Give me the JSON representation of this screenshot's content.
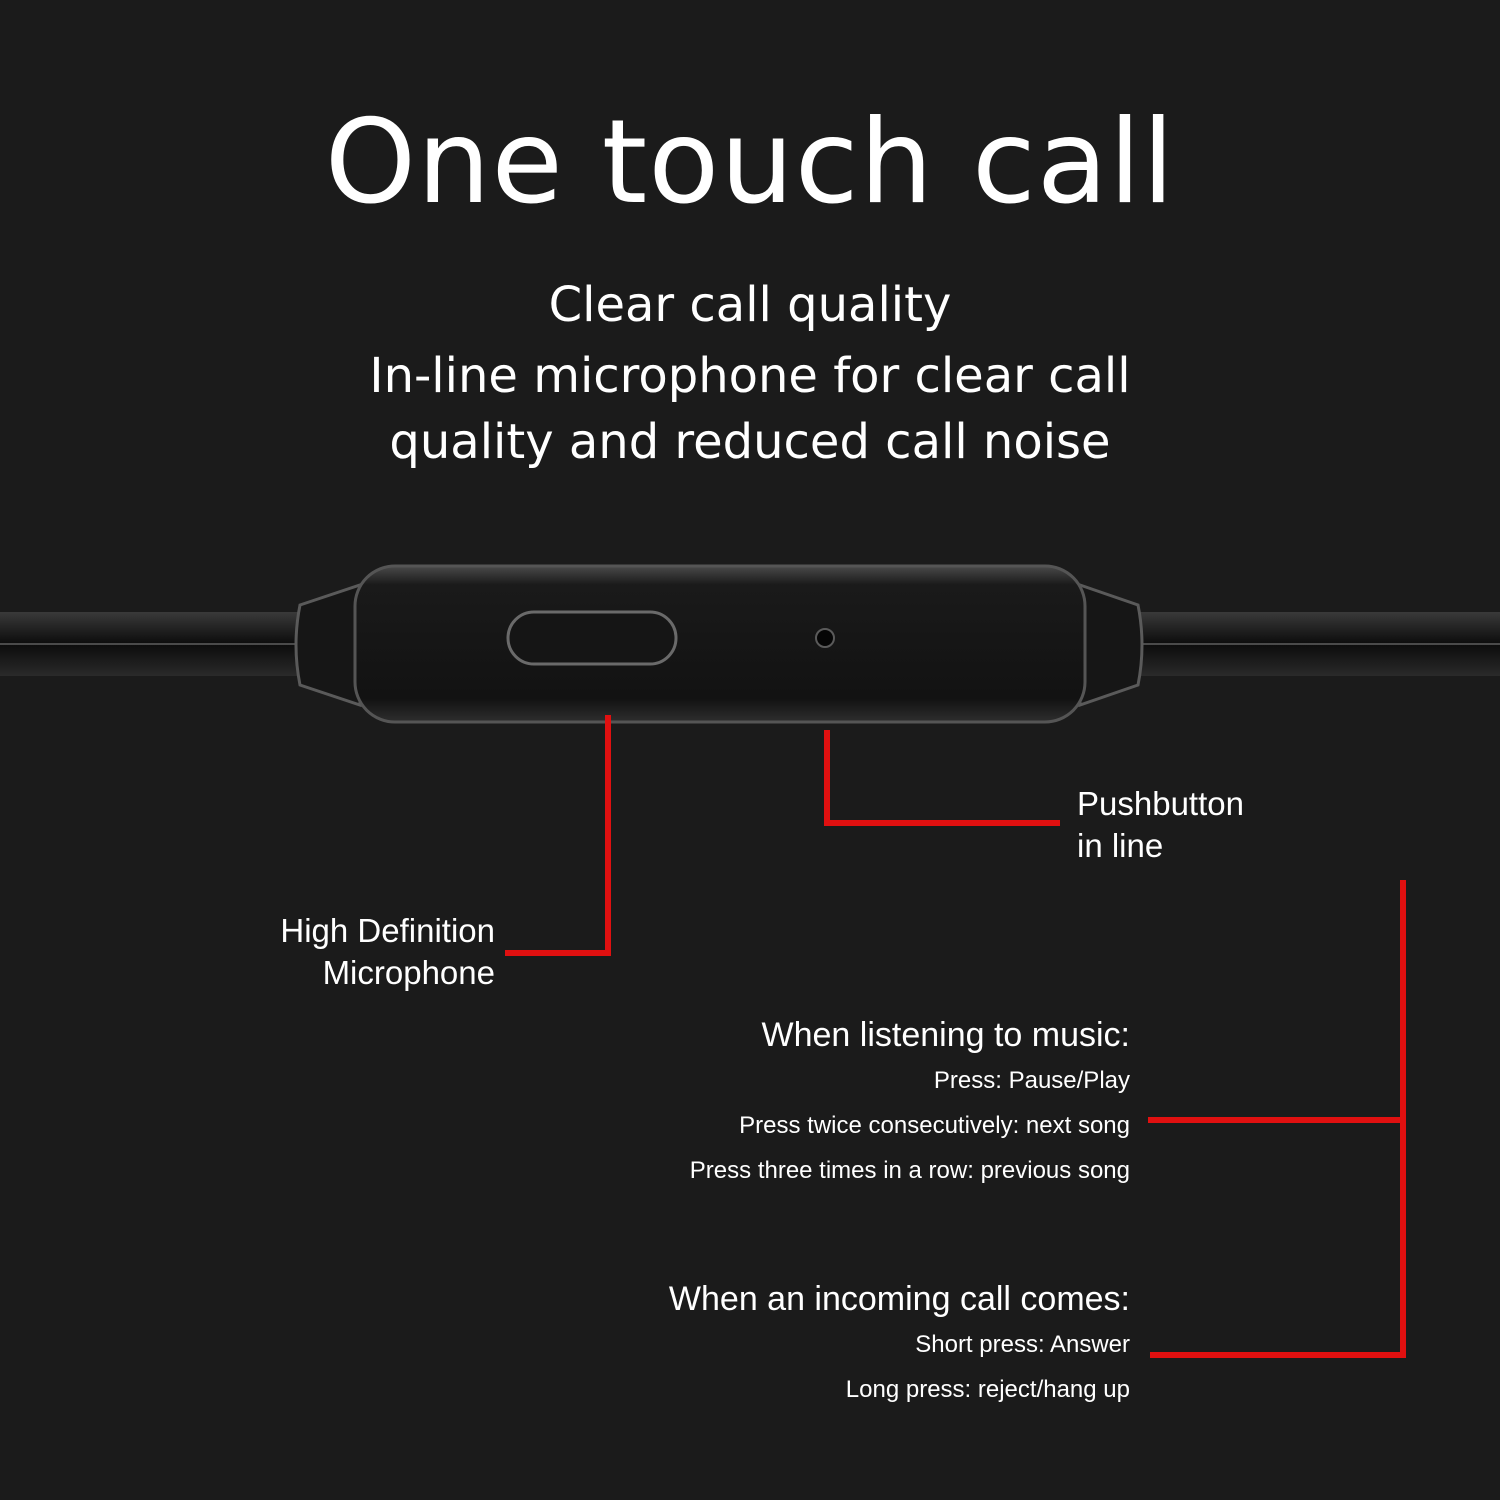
{
  "title": "One touch call",
  "subtitle": {
    "line1": "Clear call quality",
    "line2": "In-line microphone for clear call",
    "line3": "quality and reduced call noise"
  },
  "callouts": {
    "microphone": {
      "line1": "High Definition",
      "line2": "Microphone"
    },
    "pushbutton": {
      "line1": "Pushbutton",
      "line2": "in line"
    }
  },
  "music": {
    "heading": "When listening to music:",
    "items": [
      "Press: Pause/Play",
      "Press twice consecutively: next song",
      "Press three times in a row: previous song"
    ]
  },
  "call": {
    "heading": "When an incoming call comes:",
    "items": [
      "Short press: Answer",
      "Long press: reject/hang up"
    ]
  },
  "colors": {
    "background": "#1b1b1b",
    "accent": "#e01010",
    "text": "#ffffff"
  }
}
